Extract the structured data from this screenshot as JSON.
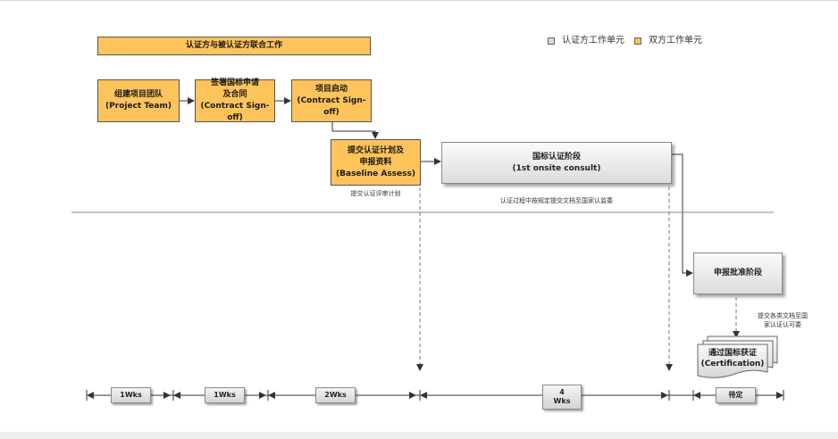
{
  "header": {
    "title": "认证方与被认证方联合工作"
  },
  "legend": {
    "items": [
      {
        "label": "认证方工作单元",
        "color": "#d9d9d9"
      },
      {
        "label": "双方工作单元",
        "color": "#fec35a"
      }
    ]
  },
  "steps": {
    "team": "组建项目团队\n(Project Team)",
    "contract": "签署国标申请\n及合同\n(Contract Sign-off)",
    "kickoff": "项目启动\n(Contract Sign-off)",
    "baseline": "提交认证计划及\n申报资料\n(Baseline  Assess)",
    "onsite": "国标认证阶段\n(1st  onsite consult)",
    "approval": "申报批准阶段",
    "certification": "通过国标获证\n(Certification)"
  },
  "notes": {
    "baseline": "提交认证评审计划",
    "onsite": "认证过程中按规定提交文档至国家认监委",
    "approval": "提交各类文档至国\n家认证认可委"
  },
  "timeline": {
    "segments": [
      "1Wks",
      "1Wks",
      "2Wks",
      "4\nWks",
      "待定"
    ]
  },
  "colors": {
    "yellow": "#fec35a",
    "gray": "#d9d9d9",
    "line": "#333333"
  }
}
